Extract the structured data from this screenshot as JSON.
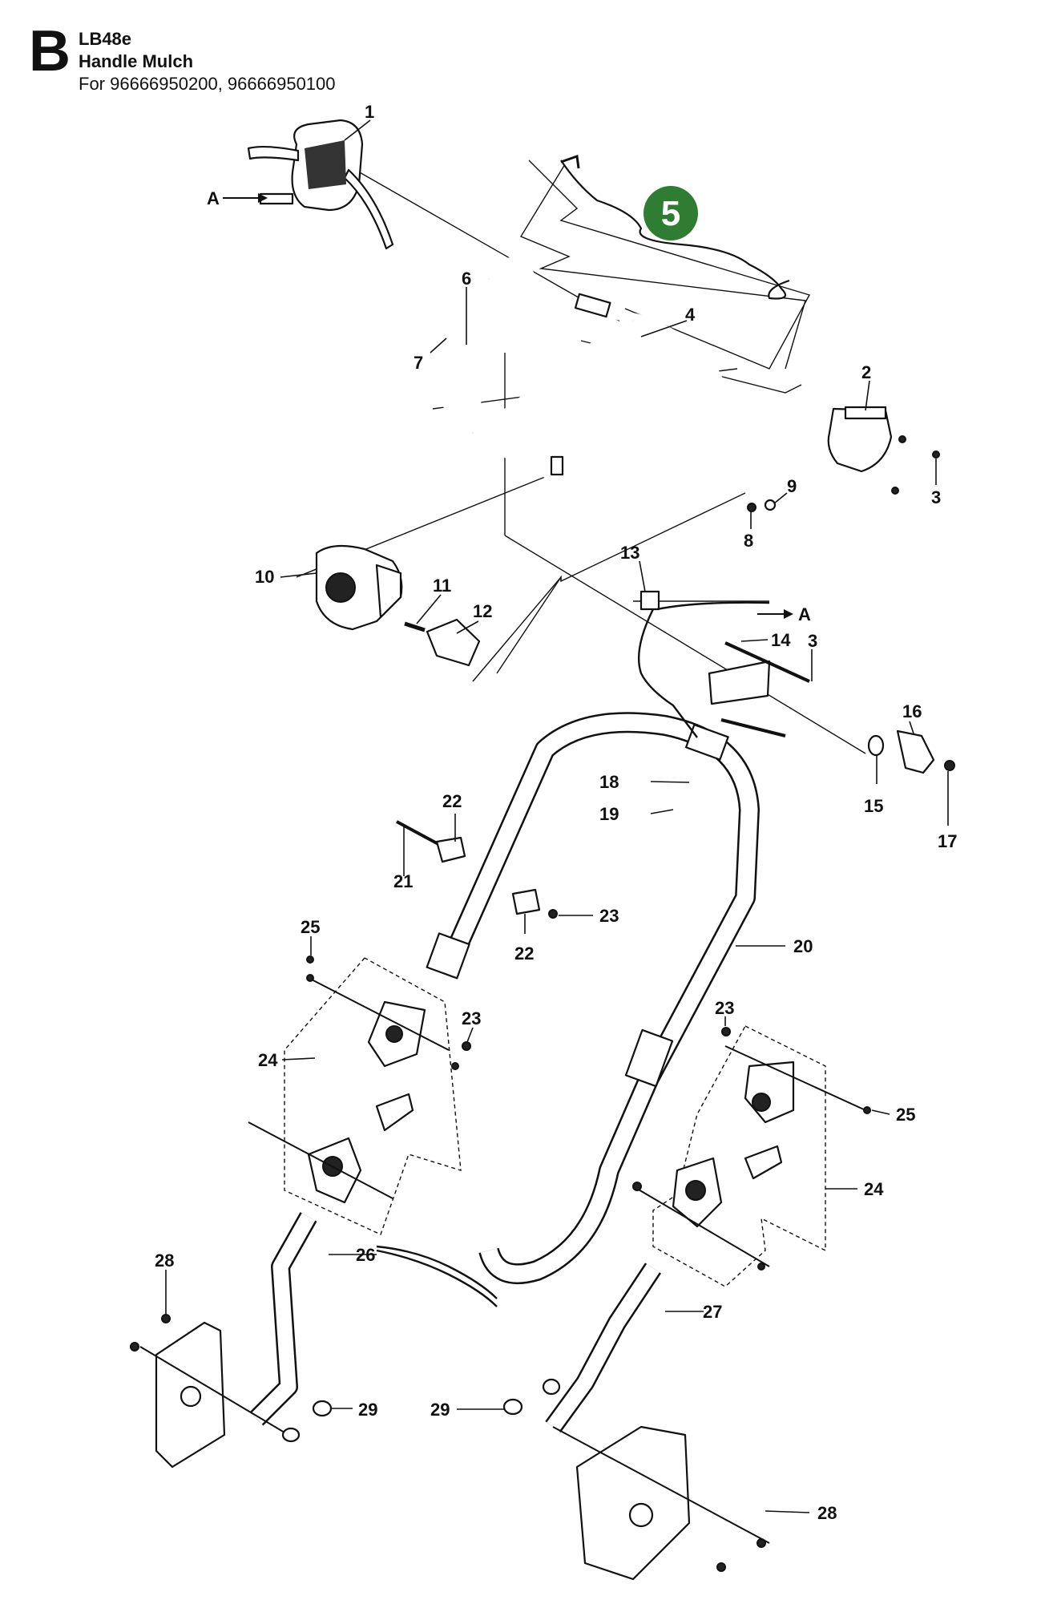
{
  "header": {
    "section_letter": "B",
    "model": "LB48e",
    "title": "Handle Mulch",
    "applies_to": "For 96666950200, 96666950100"
  },
  "highlight_badge": {
    "label": "5",
    "color": "#2e7d32"
  },
  "callouts": {
    "c1": "1",
    "c2": "2",
    "c3a": "3",
    "c3b": "3",
    "c4": "4",
    "c6": "6",
    "c7": "7",
    "c8": "8",
    "c9": "9",
    "c10": "10",
    "c11": "11",
    "c12": "12",
    "c13": "13",
    "c14": "14",
    "c15": "15",
    "c16": "16",
    "c17": "17",
    "c18": "18",
    "c19": "19",
    "c20": "20",
    "c21": "21",
    "c22a": "22",
    "c22b": "22",
    "c23a": "23",
    "c23b": "23",
    "c23c": "23",
    "c24a": "24",
    "c24b": "24",
    "c25a": "25",
    "c25b": "25",
    "c26": "26",
    "c27": "27",
    "c28a": "28",
    "c28b": "28",
    "c29a": "29",
    "c29b": "29"
  },
  "cable_arrow_label": "A"
}
